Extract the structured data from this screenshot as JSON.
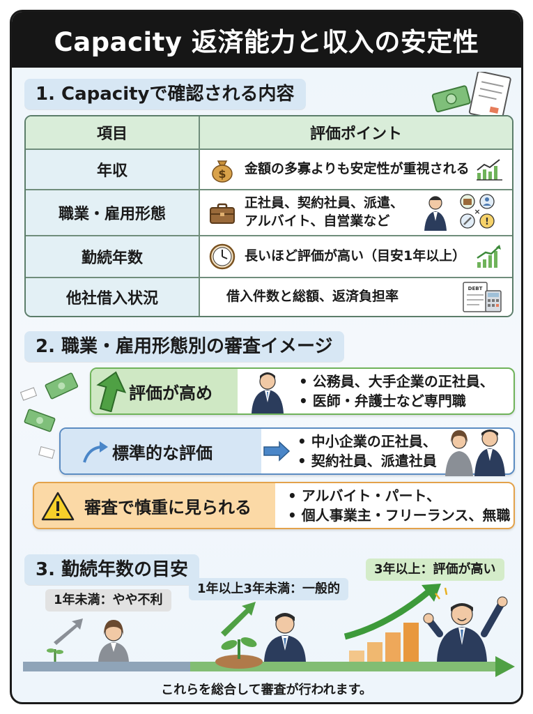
{
  "title": "Capacity 返済能力と収入の安定性",
  "section1": {
    "heading": "1. Capacityで確認される内容",
    "header": {
      "col1": "項目",
      "col2": "評価ポイント"
    },
    "rows": [
      {
        "item": "年収",
        "point": "金額の多寡よりも安定性が重視される",
        "icon": "money-bag-icon"
      },
      {
        "item": "職業・雇用形態",
        "point_line1": "正社員、契約社員、派遣、",
        "point_line2": "アルバイト、自営業など",
        "icon": "briefcase-icon"
      },
      {
        "item": "勤続年数",
        "point": "長いほど評価が高い（目安1年以上）",
        "icon": "clock-icon"
      },
      {
        "item": "他社借入状況",
        "point": "借入件数と総額、返済負担率",
        "icon": "debt-document-icon"
      }
    ],
    "debt_label": "DEBT"
  },
  "section2": {
    "heading": "2. 職業・雇用形態別の審査イメージ",
    "tiers": [
      {
        "label": "評価が高め",
        "line1": "• 公務員、大手企業の正社員、",
        "line2": "• 医師・弁護士など専門職"
      },
      {
        "label": "標準的な評価",
        "line1": "• 中小企業の正社員、",
        "line2": "• 契約社員、派遣社員"
      },
      {
        "label": "審査で慎重に見られる",
        "line1": "• アルバイト・パート、",
        "line2": "• 個人事業主・フリーランス、無職"
      }
    ]
  },
  "section3": {
    "heading": "3. 勤続年数の目安",
    "stages": [
      {
        "label": "1年未満：やや不利"
      },
      {
        "label": "1年以上3年未満：一般的"
      },
      {
        "label": "3年以上：評価が高い"
      }
    ]
  },
  "footer": "これらを総合して審査が行われます。",
  "colors": {
    "dark": "#161616",
    "green": "#6fb35a",
    "blue": "#5b8cc2",
    "orange": "#e3a24a",
    "heading_bg": "#d7e7f4"
  }
}
